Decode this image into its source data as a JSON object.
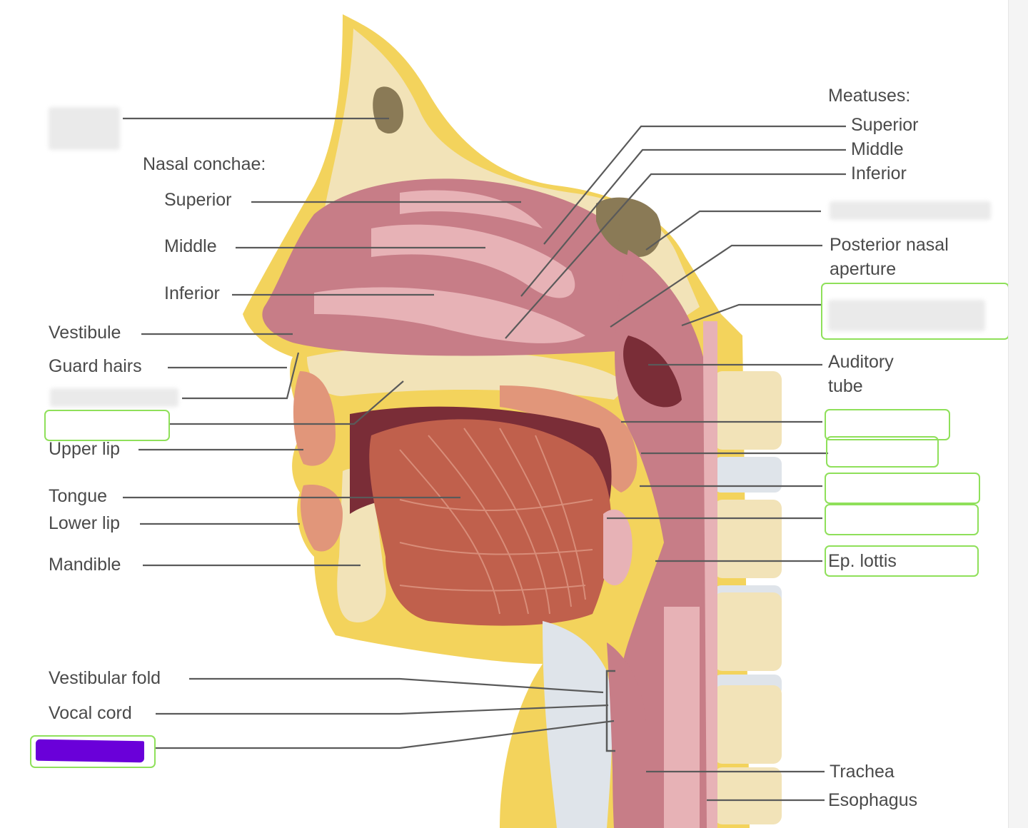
{
  "labels": {
    "nasal_conchae_heading": "Nasal conchae:",
    "conchae_superior": "Superior",
    "conchae_middle": "Middle",
    "conchae_inferior": "Inferior",
    "vestibule": "Vestibule",
    "guard_hairs": "Guard hairs",
    "upper_lip": "Upper lip",
    "tongue": "Tongue",
    "lower_lip": "Lower lip",
    "mandible": "Mandible",
    "vestibular_fold": "Vestibular fold",
    "vocal_cord": "Vocal cord",
    "meatuses_heading": "Meatuses:",
    "meatus_superior": "Superior",
    "meatus_middle": "Middle",
    "meatus_inferior": "Inferior",
    "posterior_nasal_aperture_1": "Posterior nasal",
    "posterior_nasal_aperture_2": "aperture",
    "auditory_tube_1": "Auditory",
    "auditory_tube_2": "tube",
    "epiglottis": "Ep. lottis",
    "trachea": "Trachea",
    "esophagus": "Esophagus"
  },
  "colors": {
    "bone": "#f2e3b8",
    "fat": "#f3d35c",
    "mucosa": "#c77d87",
    "mucosa_light": "#e7b2b6",
    "muscle": "#c0604c",
    "dark_cavity": "#7a2d37",
    "leader_line": "#5a5a5a",
    "answer_box": "#8fe05a",
    "redaction": "#6a00d9"
  }
}
